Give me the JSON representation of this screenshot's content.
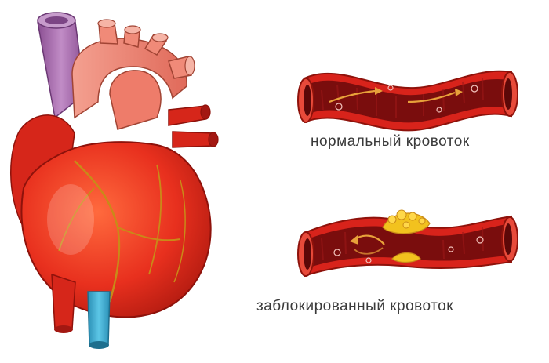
{
  "labels": {
    "normal": "нормальный кровоток",
    "blocked": "заблокированный кровоток"
  },
  "colors": {
    "vessel_wall": "#d8231b",
    "vessel_interior": "#7a0d0d",
    "flow_arrow": "#e8a13a",
    "plaque": "#f2c21e",
    "heart_main": "#e8301e",
    "aorta": "#f08a78",
    "vein_purple": "#a26aa8",
    "vein_blue": "#3aa7c9"
  },
  "icons": [
    "heart-illustration",
    "normal-vessel-illustration",
    "blocked-vessel-illustration"
  ]
}
